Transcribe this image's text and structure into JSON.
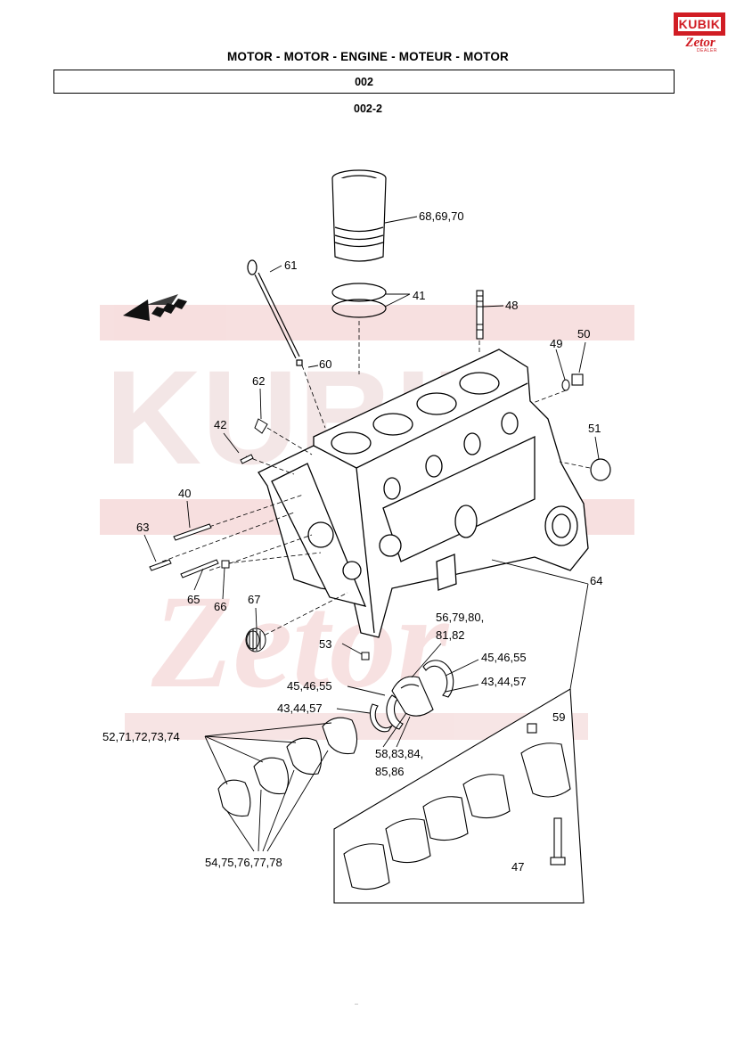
{
  "header": {
    "title": "MOTOR - MOTOR - ENGINE - MOTEUR - MOTOR",
    "section": "002",
    "subsection": "002-2"
  },
  "logo": {
    "brand": "KUBIK",
    "sub_brand": "Zetor",
    "tagline": "DEALER",
    "color": "#d11d24"
  },
  "watermark": {
    "text_large": "KUBIK",
    "text_script": "Zetor",
    "color": "#f3d0d0"
  },
  "callouts": [
    {
      "id": "c-68",
      "text": "68,69,70"
    },
    {
      "id": "c-61",
      "text": "61"
    },
    {
      "id": "c-41",
      "text": "41"
    },
    {
      "id": "c-48",
      "text": "48"
    },
    {
      "id": "c-49",
      "text": "49"
    },
    {
      "id": "c-50",
      "text": "50"
    },
    {
      "id": "c-60",
      "text": "60"
    },
    {
      "id": "c-62",
      "text": "62"
    },
    {
      "id": "c-51",
      "text": "51"
    },
    {
      "id": "c-42",
      "text": "42"
    },
    {
      "id": "c-40",
      "text": "40"
    },
    {
      "id": "c-63",
      "text": "63"
    },
    {
      "id": "c-64",
      "text": "64"
    },
    {
      "id": "c-65",
      "text": "65"
    },
    {
      "id": "c-66",
      "text": "66"
    },
    {
      "id": "c-67",
      "text": "67"
    },
    {
      "id": "c-56a",
      "text": "56,79,80,"
    },
    {
      "id": "c-56b",
      "text": "81,82"
    },
    {
      "id": "c-53",
      "text": "53"
    },
    {
      "id": "c-45r",
      "text": "45,46,55"
    },
    {
      "id": "c-43r",
      "text": "43,44,57"
    },
    {
      "id": "c-45l",
      "text": "45,46,55"
    },
    {
      "id": "c-43l",
      "text": "43,44,57"
    },
    {
      "id": "c-59",
      "text": "59"
    },
    {
      "id": "c-52",
      "text": "52,71,72,73,74"
    },
    {
      "id": "c-58a",
      "text": "58,83,84,"
    },
    {
      "id": "c-58b",
      "text": "85,86"
    },
    {
      "id": "c-54",
      "text": "54,75,76,77,78"
    },
    {
      "id": "c-47",
      "text": "47"
    }
  ],
  "footer": {
    "mark": "--"
  }
}
